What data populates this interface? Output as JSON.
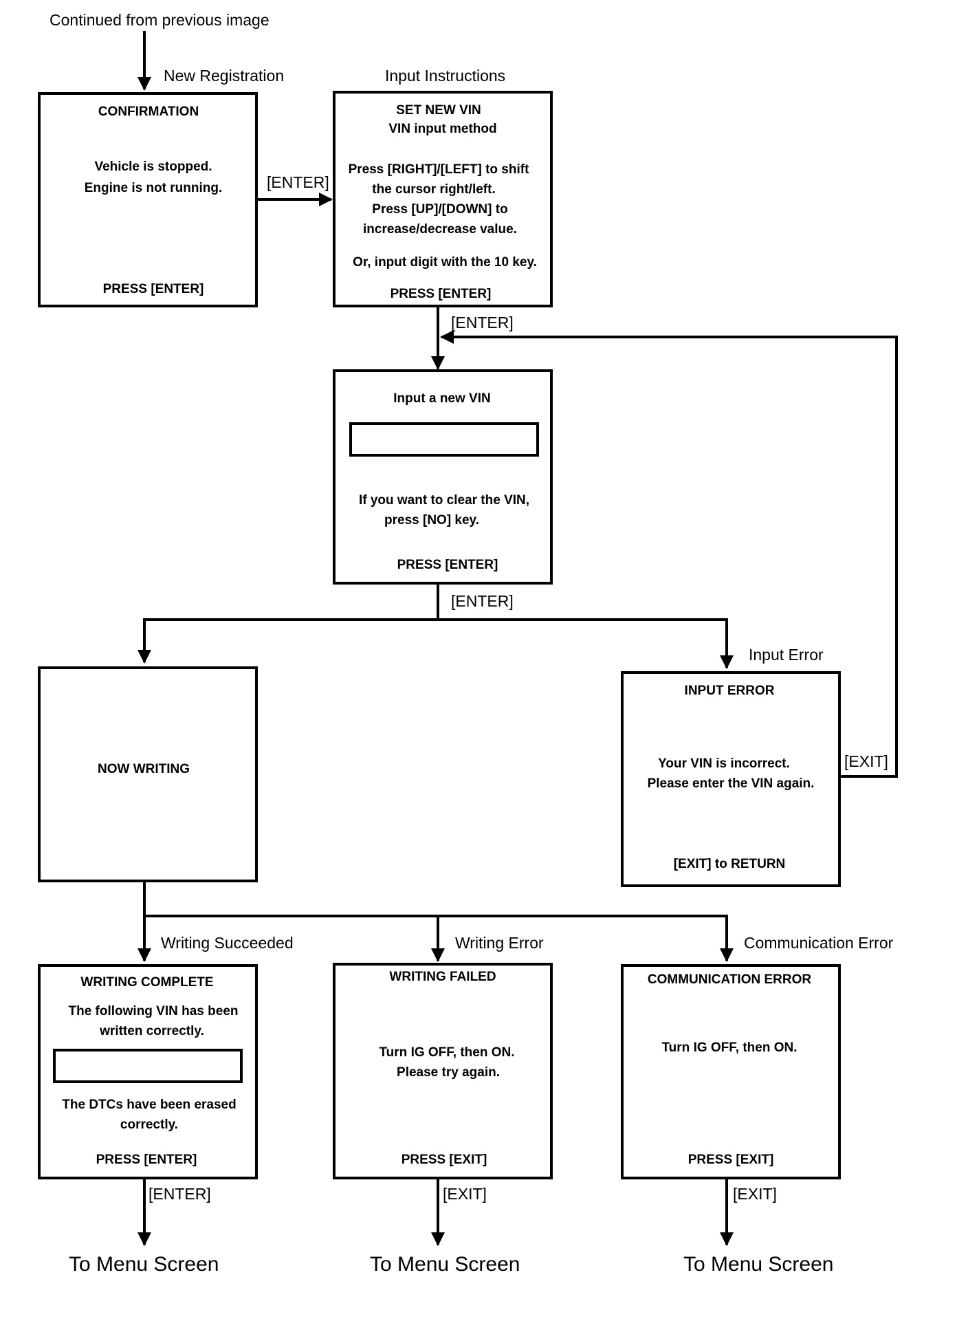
{
  "continued_label": "Continued from previous image",
  "transitions": {
    "new_registration": "New Registration",
    "input_instructions": "Input Instructions",
    "input_error": "Input Error",
    "writing_succeeded": "Writing Succeeded",
    "writing_error": "Writing Error",
    "communication_error": "Communication Error",
    "enter_1": "[ENTER]",
    "enter_2": "[ENTER]",
    "enter_3": "[ENTER]",
    "enter_4": "[ENTER]",
    "exit_loop": "[EXIT]",
    "exit_1": "[EXIT]",
    "exit_2": "[EXIT]"
  },
  "screens": {
    "confirmation": {
      "title": "CONFIRMATION",
      "line1": "Vehicle is stopped.",
      "line2": "Engine is not running.",
      "footer": "PRESS [ENTER]"
    },
    "set_new_vin": {
      "title": "SET NEW VIN",
      "subtitle": "VIN input method",
      "line1": "Press [RIGHT]/[LEFT] to shift",
      "line2": "the cursor right/left.",
      "line3": "Press [UP]/[DOWN] to",
      "line4": "increase/decrease value.",
      "line5": "Or, input digit with the 10 key.",
      "footer": "PRESS [ENTER]"
    },
    "input_new_vin": {
      "title": "Input a new VIN",
      "line1": "If you want to clear the VIN,",
      "line2": "press [NO] key.",
      "footer": "PRESS [ENTER]"
    },
    "now_writing": {
      "title": "NOW WRITING"
    },
    "input_error": {
      "title": "INPUT ERROR",
      "line1": "Your VIN is incorrect.",
      "line2": "Please enter the VIN again.",
      "footer": "[EXIT] to RETURN"
    },
    "writing_complete": {
      "title": "WRITING COMPLETE",
      "line1": "The following VIN has been",
      "line2": "written correctly.",
      "line3": "The DTCs have been erased",
      "line4": "correctly.",
      "footer": "PRESS [ENTER]"
    },
    "writing_failed": {
      "title": "WRITING FAILED",
      "line1": "Turn IG OFF, then ON.",
      "line2": "Please try again.",
      "footer": "PRESS [EXIT]"
    },
    "communication_error": {
      "title": "COMMUNICATION ERROR",
      "line1": "Turn IG OFF, then ON.",
      "footer": "PRESS [EXIT]"
    }
  },
  "destinations": {
    "menu_1": "To Menu Screen",
    "menu_2": "To Menu Screen",
    "menu_3": "To Menu Screen"
  }
}
